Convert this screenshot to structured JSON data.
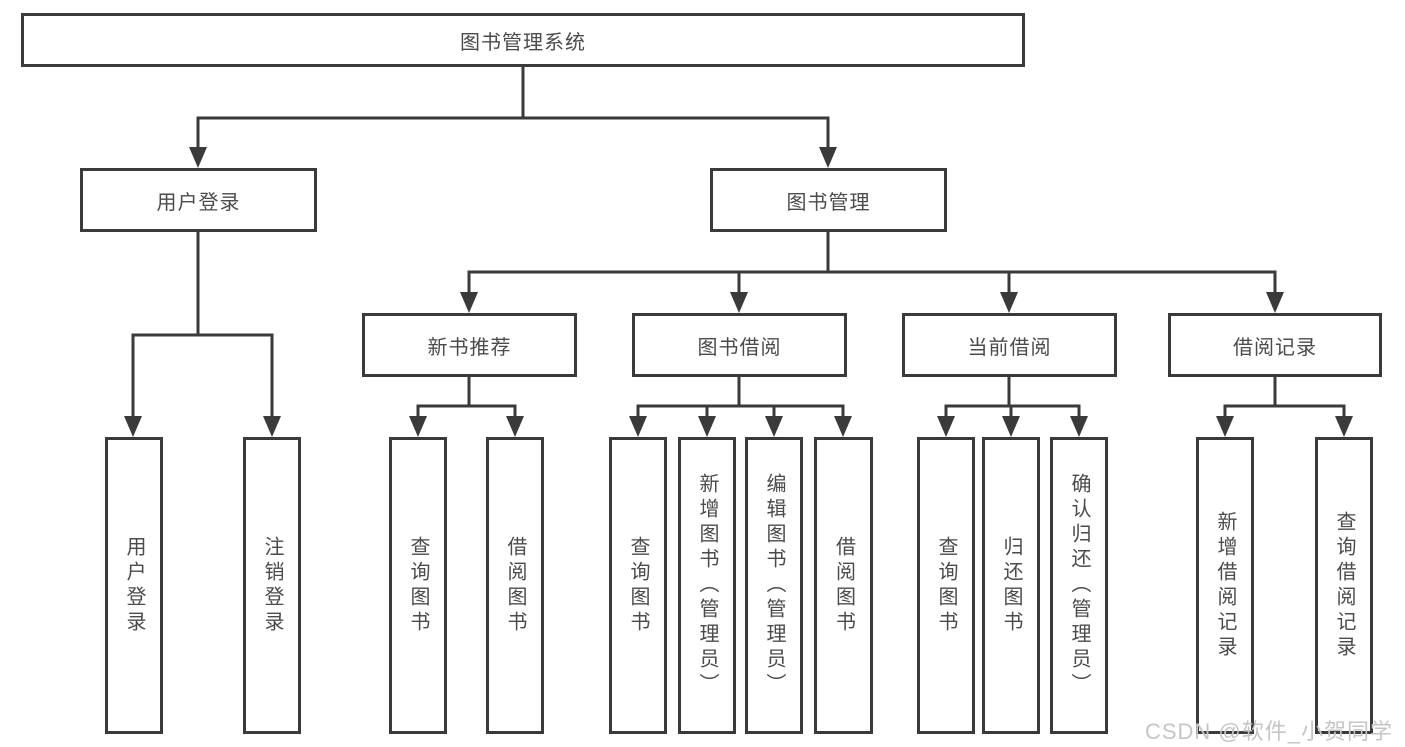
{
  "diagram": {
    "root": {
      "label": "图书管理系统"
    },
    "level2": [
      {
        "label": "用户登录"
      },
      {
        "label": "图书管理"
      }
    ],
    "level3": [
      {
        "label": "新书推荐"
      },
      {
        "label": "图书借阅"
      },
      {
        "label": "当前借阅"
      },
      {
        "label": "借阅记录"
      }
    ],
    "leaves_user": [
      {
        "label": "用户登录"
      },
      {
        "label": "注销登录"
      }
    ],
    "leaves_newbook": [
      {
        "label": "查询图书"
      },
      {
        "label": "借阅图书"
      }
    ],
    "leaves_borrow": [
      {
        "label": "查询图书"
      },
      {
        "label": "新增图书（管理员）"
      },
      {
        "label": "编辑图书（管理员）"
      },
      {
        "label": "借阅图书"
      }
    ],
    "leaves_current": [
      {
        "label": "查询图书"
      },
      {
        "label": "归还图书"
      },
      {
        "label": "确认归还（管理员）"
      }
    ],
    "leaves_records": [
      {
        "label": "新增借阅记录"
      },
      {
        "label": "查询借阅记录"
      }
    ]
  },
  "colors": {
    "line": "#3a3a3a",
    "text": "#4b4b4b",
    "watermark": "#c5c5c5"
  },
  "watermark": {
    "text": "CSDN @软件_小贺同学"
  }
}
